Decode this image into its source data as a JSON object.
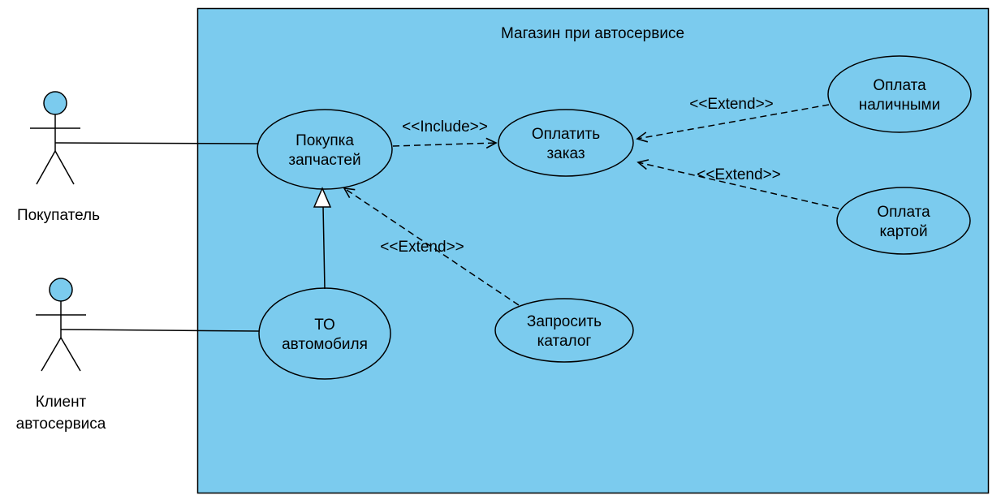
{
  "diagram": {
    "title": "Магазин при автосервисе",
    "actors": {
      "buyer": {
        "label": "Покупатель"
      },
      "client": {
        "line1": "Клиент",
        "line2": "автосервиса"
      }
    },
    "use_cases": {
      "buy_parts": {
        "line1": "Покупка",
        "line2": "запчастей"
      },
      "pay_order": {
        "line1": "Оплатить",
        "line2": "заказ"
      },
      "pay_cash": {
        "line1": "Оплата",
        "line2": "наличными"
      },
      "pay_card": {
        "line1": "Оплата",
        "line2": "картой"
      },
      "car_service": {
        "line1": "ТО",
        "line2": "автомобиля"
      },
      "request_catalog": {
        "line1": "Запросить",
        "line2": "каталог"
      }
    },
    "relations": {
      "include": "<<Include>>",
      "extend_cash": "<<Extend>>",
      "extend_card": "<<Extend>>",
      "extend_catalog": "<<Extend>>"
    },
    "colors": {
      "shape_fill": "#7BCBEE",
      "stroke": "#000000",
      "background": "#FFFFFF"
    }
  }
}
